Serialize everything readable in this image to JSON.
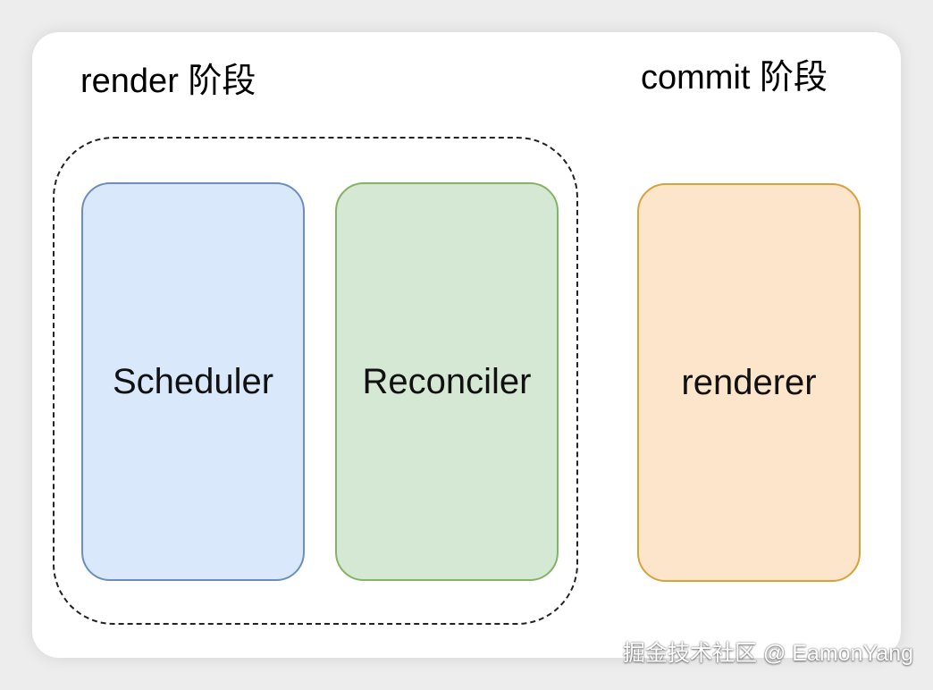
{
  "diagram": {
    "render_phase_label": "render 阶段",
    "commit_phase_label": "commit 阶段",
    "modules": [
      {
        "label": "Scheduler",
        "fill": "#dae8fc",
        "stroke": "#6c8ebf"
      },
      {
        "label": "Reconciler",
        "fill": "#d5e8d4",
        "stroke": "#82b366"
      },
      {
        "label": "renderer",
        "fill": "#fde5cc",
        "stroke": "#d6a23a"
      }
    ]
  },
  "watermark": "掘金技术社区 @ EamonYang"
}
